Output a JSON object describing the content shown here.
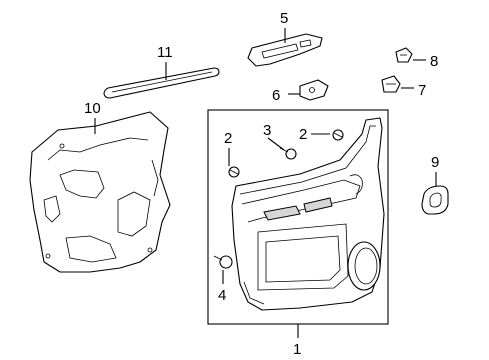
{
  "callouts": [
    {
      "id": "1",
      "label": "1"
    },
    {
      "id": "2a",
      "label": "2"
    },
    {
      "id": "2b",
      "label": "2"
    },
    {
      "id": "3",
      "label": "3"
    },
    {
      "id": "4",
      "label": "4"
    },
    {
      "id": "5",
      "label": "5"
    },
    {
      "id": "6",
      "label": "6"
    },
    {
      "id": "7",
      "label": "7"
    },
    {
      "id": "8",
      "label": "8"
    },
    {
      "id": "9",
      "label": "9"
    },
    {
      "id": "10",
      "label": "10"
    },
    {
      "id": "11",
      "label": "11"
    }
  ],
  "colors": {
    "line": "#000000",
    "background": "#ffffff",
    "shade": "#d6d6d6"
  }
}
